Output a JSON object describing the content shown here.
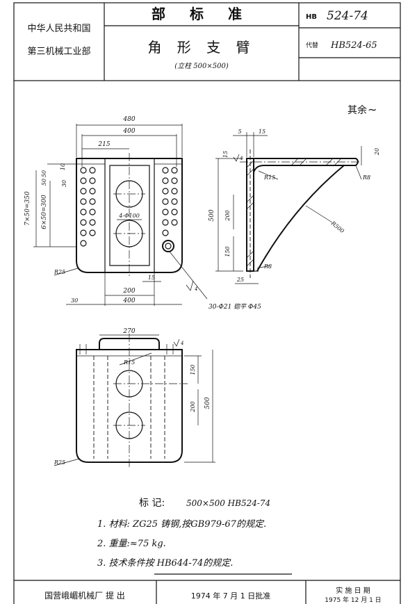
{
  "title_block": {
    "org_line1": "中华人民共和国",
    "org_line2": "第三机械工业部",
    "standard_type": "部  标  准",
    "part_name": "角 形 支 臂",
    "part_sub": "(立柱 500×500)",
    "hb_label": "HB",
    "hb_number": "524-74",
    "replaces_label": "代替",
    "replaces_number": "HB524-65"
  },
  "drawing": {
    "roughness_note": "其余",
    "roughness_symbol": "∼",
    "front_view": {
      "dim_480": "480",
      "dim_400_top": "400",
      "dim_215": "215",
      "dim_50_a": "50",
      "dim_10": "10",
      "dim_50_b": "50",
      "dim_30_a": "30",
      "dim_7x50": "7×50=350",
      "dim_6x50": "6×50=300",
      "hole_label": "4-Φ100",
      "radius_r25": "R25",
      "dim_200": "200",
      "dim_15": "15",
      "dim_30_b": "30",
      "dim_400_bottom": "400",
      "holes_note": "30-Φ21 锪平 Φ45",
      "roughness_value": "4"
    },
    "side_view": {
      "dim_5": "5",
      "dim_15_top": "15",
      "dim_15_left": "15",
      "roughness_value": "4",
      "dim_20": "20",
      "radius_r15": "R15",
      "radius_r8_top": "R8",
      "dim_500": "500",
      "dim_200": "200",
      "radius_r500": "R500",
      "dim_150": "150",
      "radius_r8_bottom": "R8",
      "dim_25": "25"
    },
    "bottom_view": {
      "dim_270": "270",
      "roughness_value": "4",
      "radius_r15": "R15",
      "dim_150": "150",
      "dim_200": "200",
      "dim_500": "500",
      "radius_r25": "R25"
    }
  },
  "notes": {
    "marking_label": "标  记:",
    "marking_value": "500×500 HB524-74",
    "items": [
      "1. 材料: ZG25 铸钢,按GB979-67的规定.",
      "2. 重量:≈75 kg.",
      "3. 技术条件按 HB644-74的规定."
    ]
  },
  "footer": {
    "issuer": "国营峨嵋机械厂  提  出",
    "approval": "1974 年 7 月 1 日批准",
    "impl_label": "实 施 日 期",
    "impl_date": "1975 年 12 月 1 日"
  }
}
